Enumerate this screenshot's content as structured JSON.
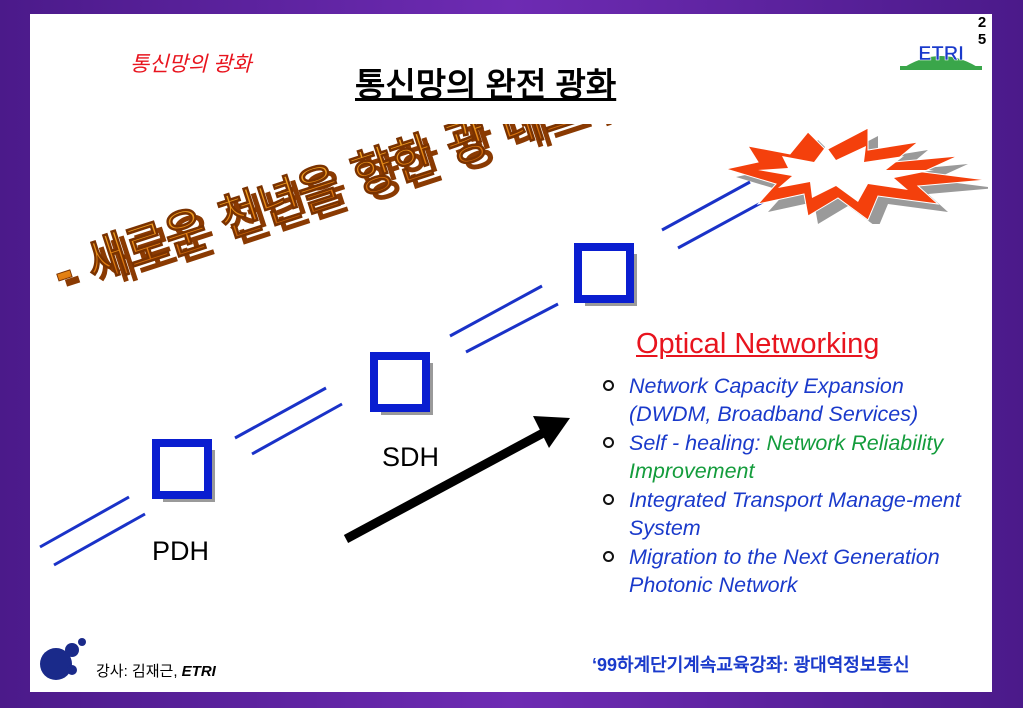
{
  "header": {
    "section_label": "통신망의 광화",
    "title": "통신망의 완전 광화",
    "page_number_1": "2",
    "page_number_2": "5",
    "logo_text": "ETRI"
  },
  "slogan": "- 새로운 천년을 향한 광 네트워킹 -",
  "diagram": {
    "sdh_label": "SDH",
    "pdh_label": "PDH"
  },
  "optical": {
    "title": "Optical Networking",
    "items": [
      {
        "text": "Network Capacity Expansion (DWDM, Broadband Services)"
      },
      {
        "text_a": "Self - healing: ",
        "text_b": "Network Reliability Improvement"
      },
      {
        "text": "Integrated Transport Manage-ment System"
      },
      {
        "text": "Migration to the Next Generation Photonic Network"
      }
    ]
  },
  "footer": {
    "lecturer_prefix": "강사: 김재근, ",
    "lecturer_org": "ETRI",
    "course": "‘99하계단기계속교육강좌: 광대역정보통신"
  },
  "colors": {
    "red": "#e8141e",
    "blue": "#1a3acb",
    "green": "#149c3c",
    "square_blue": "#0a1ed0"
  }
}
